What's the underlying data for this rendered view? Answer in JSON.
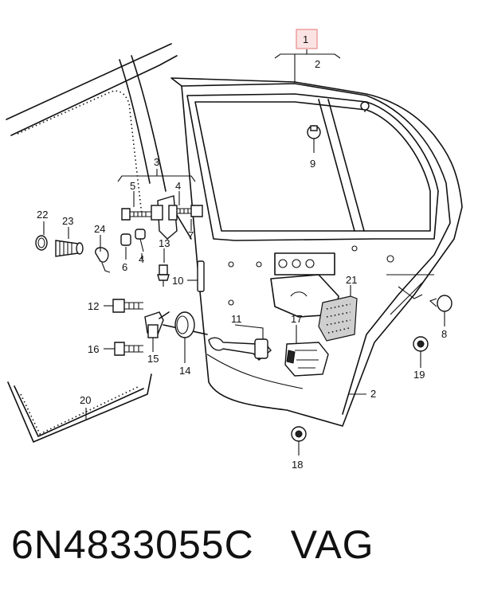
{
  "diagram": {
    "labels": {
      "p1": "1",
      "p2a": "2",
      "p2b": "2",
      "p3": "3",
      "p4a": "4",
      "p4b": "4",
      "p5": "5",
      "p6": "6",
      "p7": "7",
      "p8": "8",
      "p9": "9",
      "p10": "10",
      "p11": "11",
      "p12": "12",
      "p13": "13",
      "p14": "14",
      "p15": "15",
      "p16": "16",
      "p17": "17",
      "p18": "18",
      "p19": "19",
      "p20": "20",
      "p21": "21",
      "p22": "22",
      "p23": "23",
      "p24": "24"
    },
    "highlight_color": "#e88a8a",
    "highlight_fill": "#fbe3e3"
  },
  "caption": {
    "part_number": "6N4833055C",
    "brand": "VAG"
  }
}
